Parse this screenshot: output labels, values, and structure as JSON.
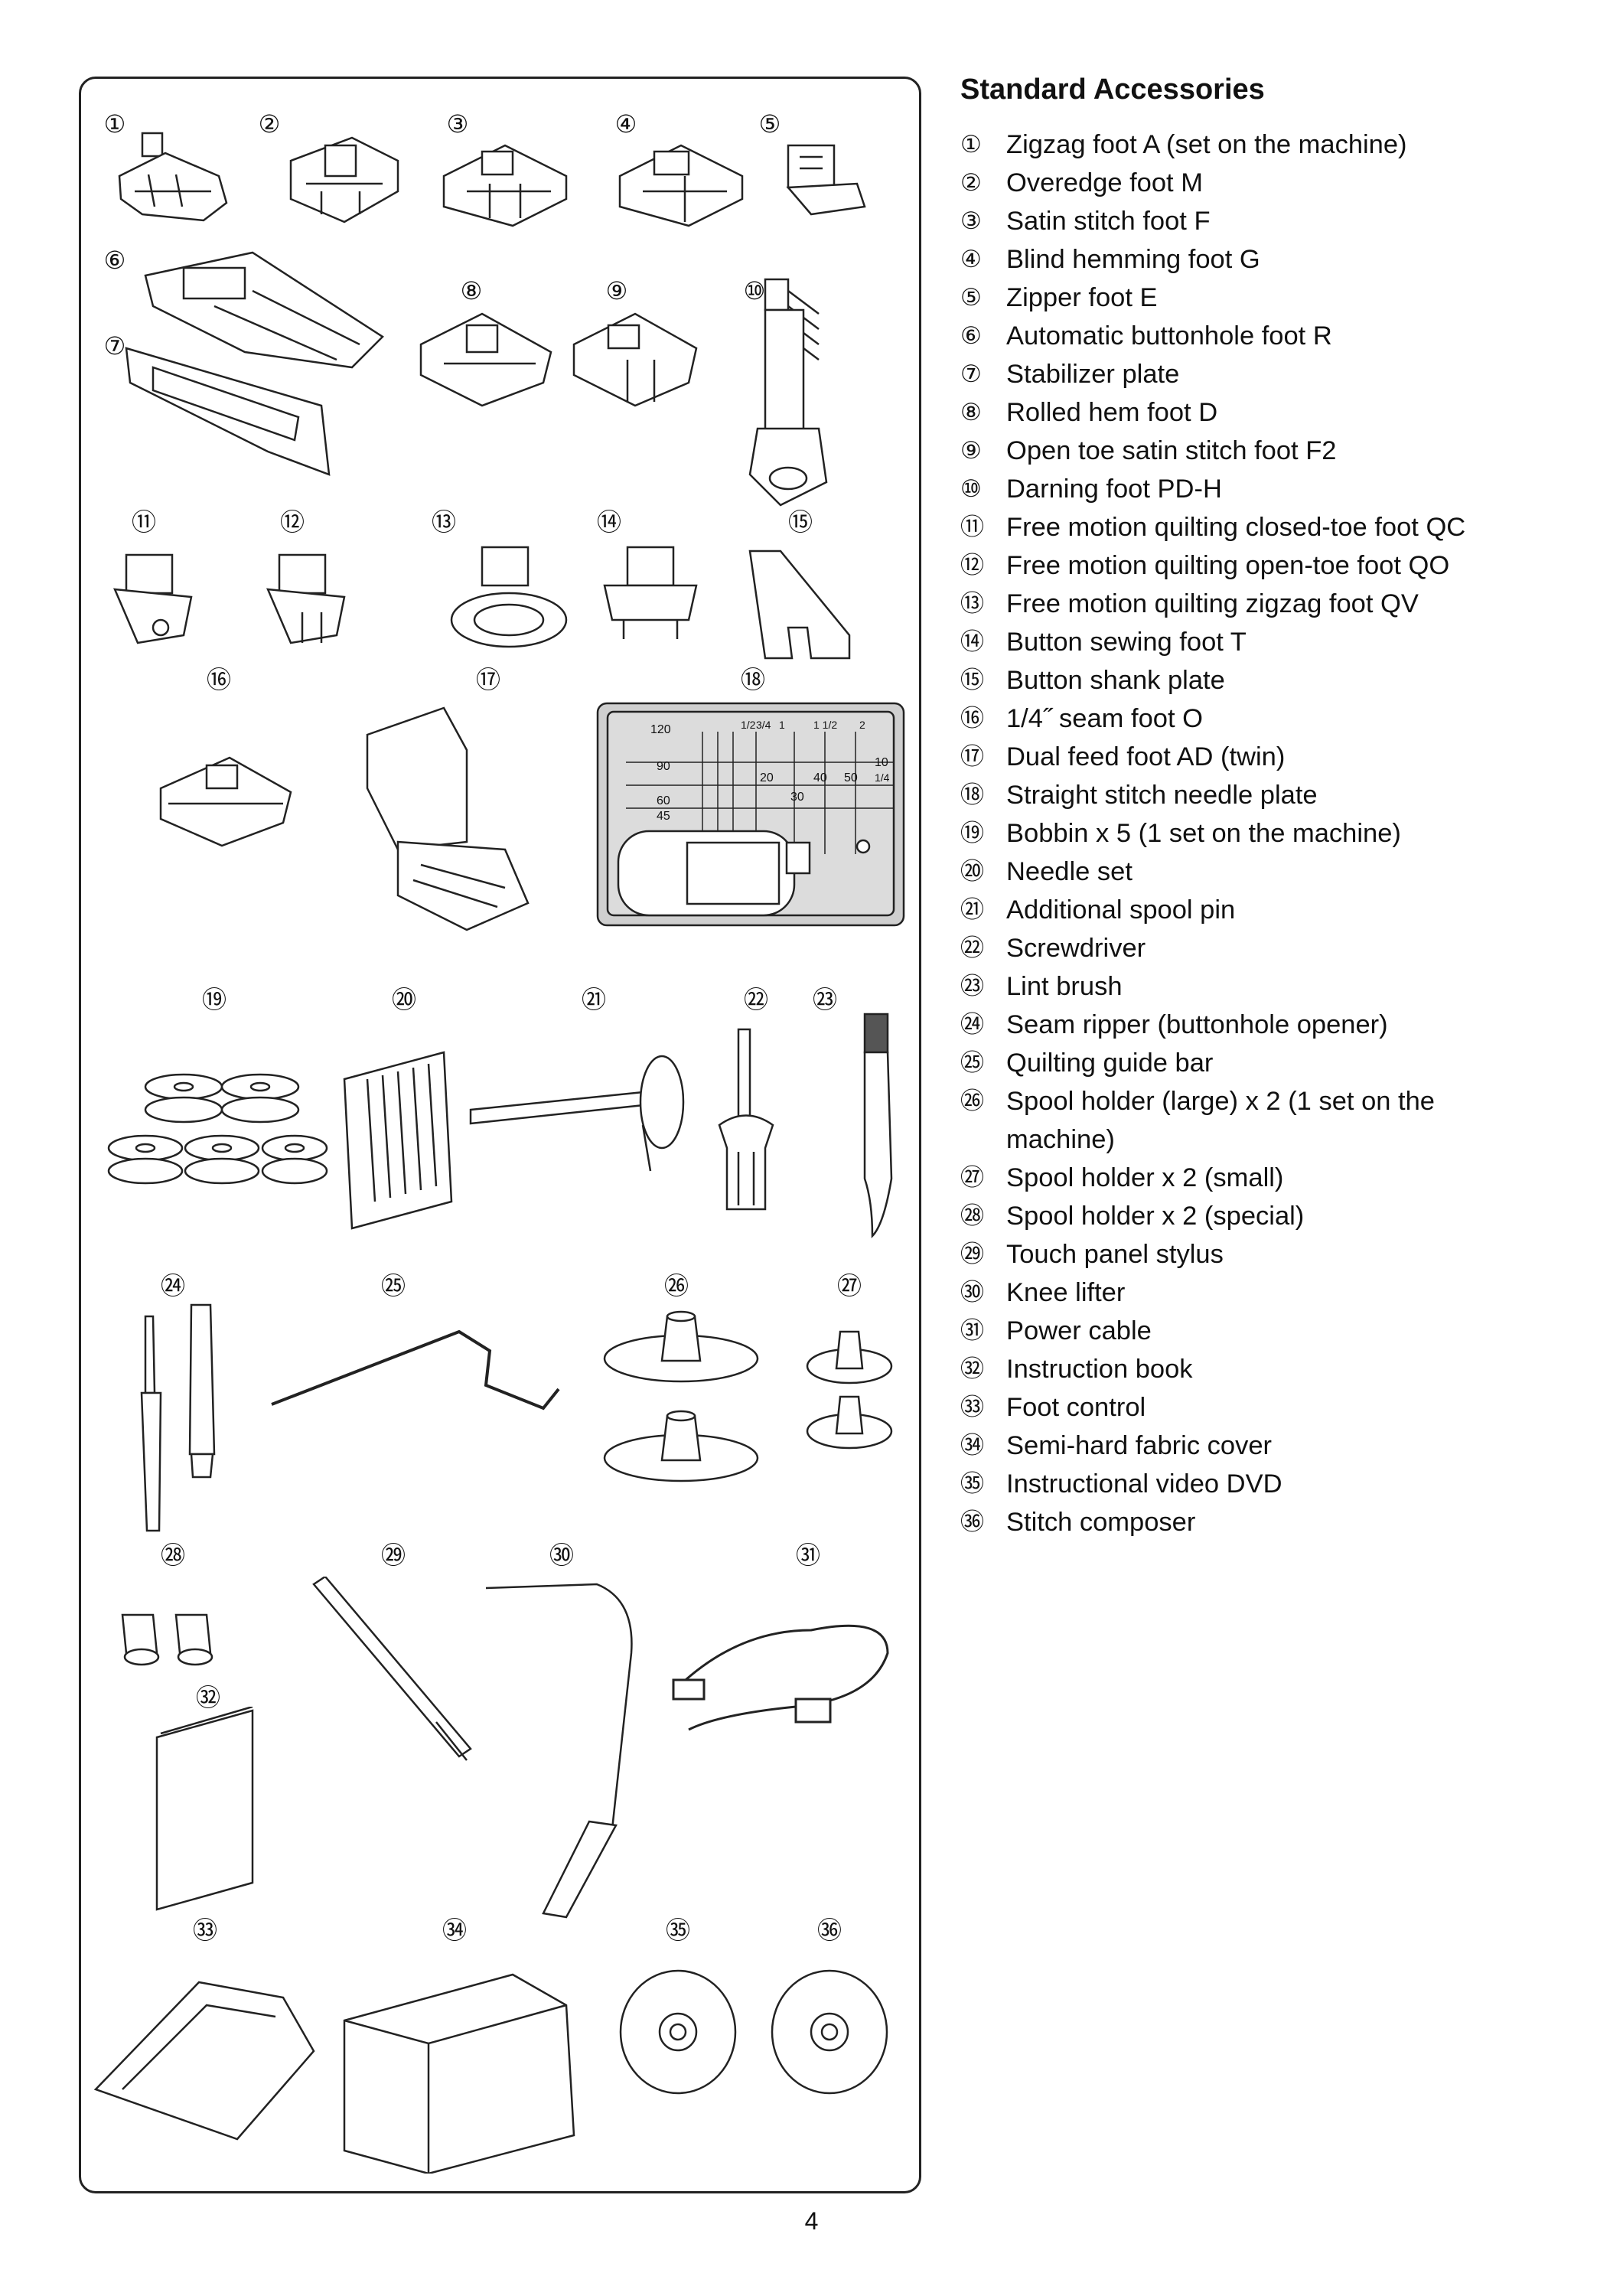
{
  "heading": "Standard Accessories",
  "page_number": "4",
  "accessories": [
    {
      "num": "①",
      "name": "Zigzag foot A (set on the machine)"
    },
    {
      "num": "②",
      "name": "Overedge foot M"
    },
    {
      "num": "③",
      "name": "Satin stitch foot F"
    },
    {
      "num": "④",
      "name": "Blind hemming foot G"
    },
    {
      "num": "⑤",
      "name": "Zipper foot E"
    },
    {
      "num": "⑥",
      "name": "Automatic buttonhole foot R"
    },
    {
      "num": "⑦",
      "name": "Stabilizer plate"
    },
    {
      "num": "⑧",
      "name": "Rolled hem foot D"
    },
    {
      "num": "⑨",
      "name": "Open toe satin stitch foot F2"
    },
    {
      "num": "⑩",
      "name": "Darning foot PD-H"
    },
    {
      "num": "⑪",
      "name": "Free motion quilting closed-toe foot QC"
    },
    {
      "num": "⑫",
      "name": "Free motion quilting open-toe foot QO"
    },
    {
      "num": "⑬",
      "name": "Free motion quilting zigzag foot QV"
    },
    {
      "num": "⑭",
      "name": "Button sewing foot T"
    },
    {
      "num": "⑮",
      "name": "Button shank plate"
    },
    {
      "num": "⑯",
      "name": "1/4˝ seam foot O"
    },
    {
      "num": "⑰",
      "name": "Dual feed foot AD (twin)"
    },
    {
      "num": "⑱",
      "name": "Straight stitch needle plate"
    },
    {
      "num": "⑲",
      "name": "Bobbin x 5 (1 set on the machine)"
    },
    {
      "num": "⑳",
      "name": "Needle set"
    },
    {
      "num": "㉑",
      "name": "Additional spool pin"
    },
    {
      "num": "㉒",
      "name": "Screwdriver"
    },
    {
      "num": "㉓",
      "name": "Lint brush"
    },
    {
      "num": "㉔",
      "name": "Seam ripper (buttonhole opener)"
    },
    {
      "num": "㉕",
      "name": "Quilting guide bar"
    },
    {
      "num": "㉖",
      "name": "Spool holder (large) x 2 (1 set on the machine)"
    },
    {
      "num": "㉗",
      "name": "Spool holder x 2 (small)"
    },
    {
      "num": "㉘",
      "name": "Spool holder x 2 (special)"
    },
    {
      "num": "㉙",
      "name": "Touch panel stylus"
    },
    {
      "num": "㉚",
      "name": "Knee lifter"
    },
    {
      "num": "㉛",
      "name": "Power cable"
    },
    {
      "num": "㉜",
      "name": "Instruction book"
    },
    {
      "num": "㉝",
      "name": "Foot control"
    },
    {
      "num": "㉞",
      "name": "Semi-hard fabric cover"
    },
    {
      "num": "㉟",
      "name": "Instructional video DVD"
    },
    {
      "num": "㊱",
      "name": "Stitch composer"
    }
  ],
  "needle_plate_labels": [
    "120",
    "90",
    "60",
    "45",
    "20",
    "40",
    "50",
    "30",
    "10",
    "1/2",
    "3/4",
    "1",
    "1 1/2",
    "2",
    "1/4"
  ]
}
